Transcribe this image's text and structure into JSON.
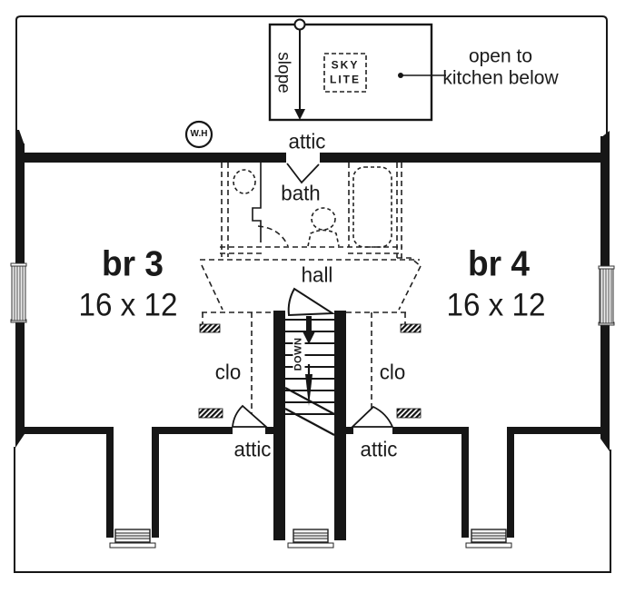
{
  "colors": {
    "ink": "#161616",
    "paper": "#ffffff"
  },
  "skylight": {
    "slope_label": "slope",
    "skylite_line1": "SKY",
    "skylite_line2": "LITE",
    "callout_line1": "open to",
    "callout_line2": "kitchen below"
  },
  "labels": {
    "water_heater": "W.H",
    "attic_top": "attic",
    "bath": "bath",
    "hall": "hall",
    "closet_left": "clo",
    "closet_right": "clo",
    "stairs_down": "DOWN",
    "attic_bottom_left": "attic",
    "attic_bottom_right": "attic"
  },
  "rooms": {
    "bedroom3": {
      "name": "br 3",
      "dimensions": "16 x 12"
    },
    "bedroom4": {
      "name": "br 4",
      "dimensions": "16 x 12"
    }
  }
}
